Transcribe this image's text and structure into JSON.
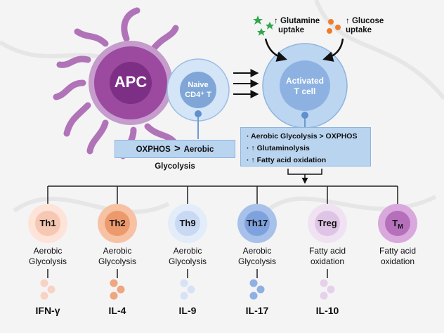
{
  "apc": {
    "label": "APC"
  },
  "naive": {
    "line1": "Naive",
    "line2": "CD4⁺ T"
  },
  "activated": {
    "line1": "Activated",
    "line2": "T cell"
  },
  "uptake": {
    "glutamine": {
      "line1": "↑ Glutamine",
      "line2": "uptake"
    },
    "glucose": {
      "line1": "↑ Glucose",
      "line2": "uptake"
    }
  },
  "naive_box": {
    "left": "OXPHOS",
    "op": ">",
    "right": "Aerobic Glycolysis"
  },
  "activated_box": {
    "items": [
      "· Aerobic Glycolysis > OXPHOS",
      "· ↑ Glutaminolysis",
      "· ↑ Fatty acid oxidation"
    ]
  },
  "subsets": [
    {
      "name": "Th1",
      "metab1": "Aerobic",
      "metab2": "Glycolysis",
      "cytokine": "IFN-γ",
      "outer": "#fde3d8",
      "inner": "#f6c7b2",
      "dot": "#f8d2c3"
    },
    {
      "name": "Th2",
      "metab1": "Aerobic",
      "metab2": "Glycolysis",
      "cytokine": "IL-4",
      "outer": "#f7c2a4",
      "inner": "#ec9a6d",
      "dot": "#f0a67f"
    },
    {
      "name": "Th9",
      "metab1": "Aerobic",
      "metab2": "Glycolysis",
      "cytokine": "IL-9",
      "outer": "#e3ecf9",
      "inner": "#c9d9f3",
      "dot": "#d6e2f6"
    },
    {
      "name": "Th17",
      "metab1": "Aerobic",
      "metab2": "Glycolysis",
      "cytokine": "IL-17",
      "outer": "#a7c1ea",
      "inner": "#7ea2dd",
      "dot": "#8fb0e2"
    },
    {
      "name": "Treg",
      "metab1": "Fatty acid",
      "metab2": "oxidation",
      "cytokine": "IL-10",
      "outer": "#f0e2f2",
      "inner": "#dfc5e5",
      "dot": "#e5d1ea"
    },
    {
      "name": "T",
      "sub": "M",
      "metab1": "Fatty acid",
      "metab2": "oxidation",
      "cytokine": "",
      "outer": "#d9a8dc",
      "inner": "#b670bb",
      "dot": ""
    }
  ],
  "colors": {
    "apc": "#9b4aa0",
    "apc_core": "#7d2f86",
    "naive": "#c5dcf2",
    "activated": "#a9c9ee",
    "glutamine": "#2ea84c",
    "glucose": "#ee7c2c",
    "box": "#b9d4ef"
  }
}
